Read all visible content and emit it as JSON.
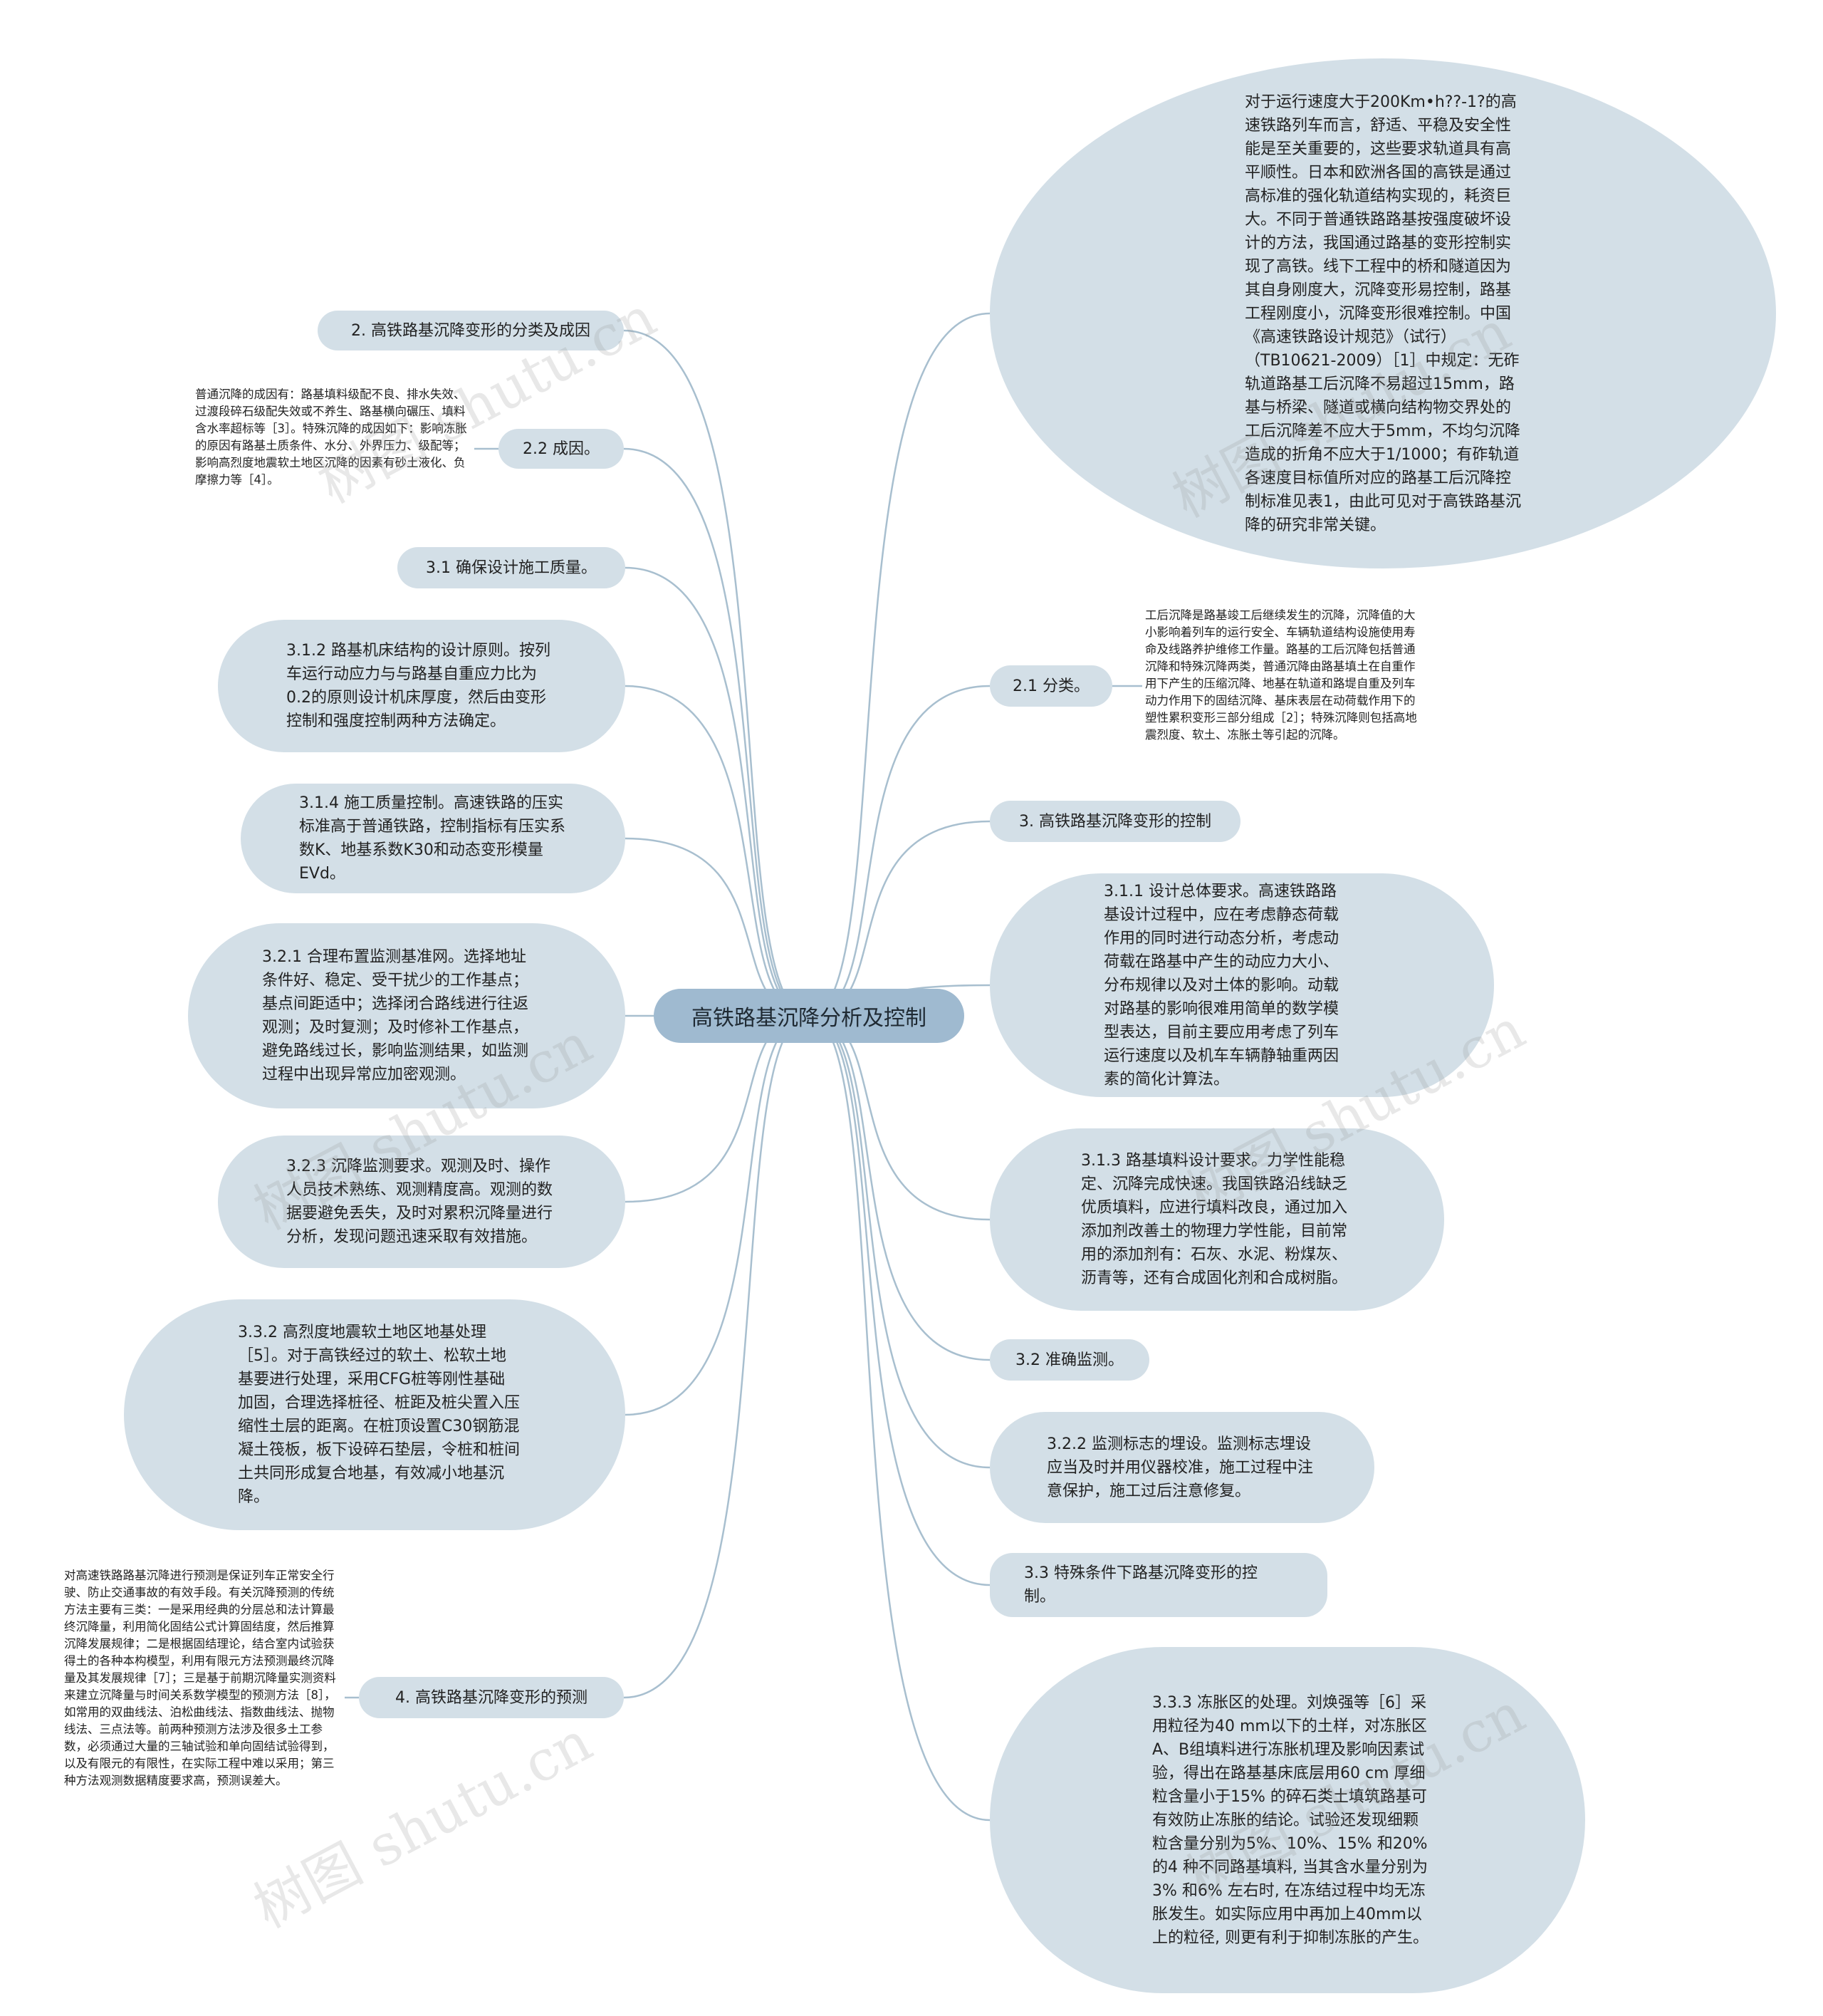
{
  "root": {
    "label": "高铁路基沉降分析及控制"
  },
  "watermark": "树图 shutu.cn",
  "left_nodes": [
    {
      "id": "n2",
      "label": "2. 高铁路基沉降变形的分类及成因"
    },
    {
      "id": "n22",
      "label": "2.2 成因。"
    },
    {
      "id": "n31",
      "label": "3.1 确保设计施工质量。"
    },
    {
      "id": "n312",
      "label": "3.1.2 路基机床结构的设计原则。按列车运行动应力与与路基自重应力比为0.2的原则设计机床厚度，然后由变形控制和强度控制两种方法确定。"
    },
    {
      "id": "n314",
      "label": "3.1.4 施工质量控制。高速铁路的压实标准高于普通铁路，控制指标有压实系数K、地基系数K30和动态变形模量EVd。"
    },
    {
      "id": "n321",
      "label": "3.2.1 合理布置监测基准网。选择地址条件好、稳定、受干扰少的工作基点；基点间距适中；选择闭合路线进行往返观测；及时复测；及时修补工作基点，避免路线过长，影响监测结果，如监测过程中出现异常应加密观测。"
    },
    {
      "id": "n323",
      "label": "3.2.3 沉降监测要求。观测及时、操作人员技术熟练、观测精度高。观测的数据要避免丢失，及时对累积沉降量进行分析，发现问题迅速采取有效措施。"
    },
    {
      "id": "n332",
      "label": "3.3.2 高烈度地震软土地区地基处理［5］。对于高铁经过的软土、松软土地基要进行处理，采用CFG桩等刚性基础加固，合理选择桩径、桩距及桩尖置入压缩性土层的距离。在桩顶设置C30钢筋混凝土筏板，板下设碎石垫层，令桩和桩间土共同形成复合地基，有效减小地基沉降。"
    },
    {
      "id": "n4",
      "label": "4. 高铁路基沉降变形的预测"
    }
  ],
  "right_nodes": [
    {
      "id": "r_intro",
      "label": "对于运行速度大于200Km•h??-1?的高速铁路列车而言，舒适、平稳及安全性能是至关重要的，这些要求轨道具有高平顺性。日本和欧洲各国的高铁是通过高标准的强化轨道结构实现的，耗资巨大。不同于普通铁路路基按强度破坏设计的方法，我国通过路基的变形控制实现了高铁。线下工程中的桥和隧道因为其自身刚度大，沉降变形易控制，路基工程刚度小，沉降变形很难控制。中国《高速铁路设计规范》（试行）（TB10621-2009）［1］中规定：无砟轨道路基工后沉降不易超过15mm，路基与桥梁、隧道或横向结构物交界处的工后沉降差不应大于5mm，不均匀沉降造成的折角不应大于1/1000；有砟轨道各速度目标值所对应的路基工后沉降控制标准见表1，由此可见对于高铁路基沉降的研究非常关键。"
    },
    {
      "id": "r21",
      "label": "2.1 分类。"
    },
    {
      "id": "r3",
      "label": "3. 高铁路基沉降变形的控制"
    },
    {
      "id": "r311",
      "label": "3.1.1 设计总体要求。高速铁路路基设计过程中，应在考虑静态荷载作用的同时进行动态分析，考虑动荷载在路基中产生的动应力大小、分布规律以及对土体的影响。动载对路基的影响很难用简单的数学模型表达，目前主要应用考虑了列车运行速度以及机车车辆静轴重两因素的简化计算法。"
    },
    {
      "id": "r313",
      "label": "3.1.3 路基填料设计要求。力学性能稳定、沉降完成快速。我国铁路沿线缺乏优质填料，应进行填料改良，通过加入添加剂改善土的物理力学性能，目前常用的添加剂有：石灰、水泥、粉煤灰、沥青等，还有合成固化剂和合成树脂。"
    },
    {
      "id": "r32",
      "label": "3.2 准确监测。"
    },
    {
      "id": "r322",
      "label": "3.2.2 监测标志的埋设。监测标志埋设应当及时并用仪器校准，施工过程中注意保护，施工过后注意修复。"
    },
    {
      "id": "r33",
      "label": "3.3 特殊条件下路基沉降变形的控制。"
    },
    {
      "id": "r333",
      "label": "3.3.3 冻胀区的处理。刘焕强等［6］采用粒径为40 mm以下的土样，对冻胀区A、B组填料进行冻胀机理及影响因素试验，得出在路基基床底层用60 cm 厚细粒含量小于15% 的碎石类土填筑路基可有效防止冻胀的结论。试验还发现细颗粒含量分别为5%、10%、15% 和20% 的4 种不同路基填料, 当其含水量分别为3% 和6% 左右时, 在冻结过程中均无冻胀发生。如实际应用中再加上40mm以上的粒径, 则更有利于抑制冻胀的产生。"
    }
  ],
  "notes": {
    "cause": "普通沉降的成因有：路基填料级配不良、排水失效、过渡段碎石级配失效或不养生、路基横向碾压、填料含水率超标等［3］。特殊沉降的成因如下：影响冻胀的原因有路基土质条件、水分、外界压力、级配等；影响高烈度地震软土地区沉降的因素有砂土液化、负摩擦力等［4］。",
    "classify": "工后沉降是路基竣工后继续发生的沉降，沉降值的大小影响着列车的运行安全、车辆轨道结构设施使用寿命及线路养护维修工作量。路基的工后沉降包括普通沉降和特殊沉降两类，普通沉降由路基填土在自重作用下产生的压缩沉降、地基在轨道和路堤自重及列车动力作用下的固结沉降、基床表层在动荷载作用下的塑性累积变形三部分组成［2］；特殊沉降则包括高地震烈度、软土、冻胀土等引起的沉降。",
    "predict": "对高速铁路路基沉降进行预测是保证列车正常安全行驶、防止交通事故的有效手段。有关沉降预测的传统方法主要有三类：一是采用经典的分层总和法计算最终沉降量，利用简化固结公式计算固结度，然后推算沉降发展规律；二是根据固结理论，结合室内试验获得土的各种本构模型，利用有限元方法预测最终沉降量及其发展规律［7］；三是基于前期沉降量实测资料来建立沉降量与时间关系数学模型的预测方法［8］，如常用的双曲线法、泊松曲线法、指数曲线法、抛物线法、三点法等。前两种预测方法涉及很多土工参数，必须通过大量的三轴试验和单向固结试验得到，以及有限元的有限性，在实际工程中难以采用；第三种方法观测数据精度要求高，预测误差大。"
  }
}
